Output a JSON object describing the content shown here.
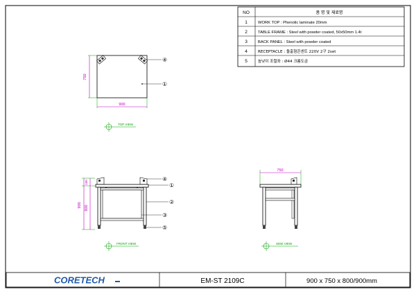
{
  "parts_table": {
    "header_no": "NO",
    "header_name": "품 명 및 재료명",
    "rows": [
      {
        "no": "1",
        "desc": "WORK TOP : Phenolic laminate 20mm"
      },
      {
        "no": "2",
        "desc": "TABLE FRAME : Steel with powder coated, 50x50mm 1.4t"
      },
      {
        "no": "3",
        "desc": "BACK PANEL : Steel with powder coated"
      },
      {
        "no": "4",
        "desc": "RECEPTACLE : 돌출형콘센트 220V 2구 2set"
      },
      {
        "no": "5",
        "desc": "높낮이 조절좌 : Ø44 크롬도금"
      }
    ]
  },
  "top_view": {
    "dim_depth": "750",
    "dim_width": "900",
    "callout_receptacle": "④",
    "callout_worktop": "①",
    "caption": "TOP VIEW"
  },
  "front_view": {
    "dim_total": "900",
    "dim_top": "100",
    "dim_body": "800",
    "callouts": [
      "④",
      "①",
      "②",
      "③",
      "⑤"
    ],
    "caption": "FRONT VIEW"
  },
  "side_view": {
    "dim_depth": "750",
    "caption": "SIDE VIEW"
  },
  "title_block": {
    "brand": "CORETECH",
    "model": "EM-ST 2109C",
    "size": "900 x 750 x 800/900mm"
  },
  "colors": {
    "dimension": "#c000c0",
    "extension": "#00a000",
    "brand": "#1e5aa8"
  }
}
